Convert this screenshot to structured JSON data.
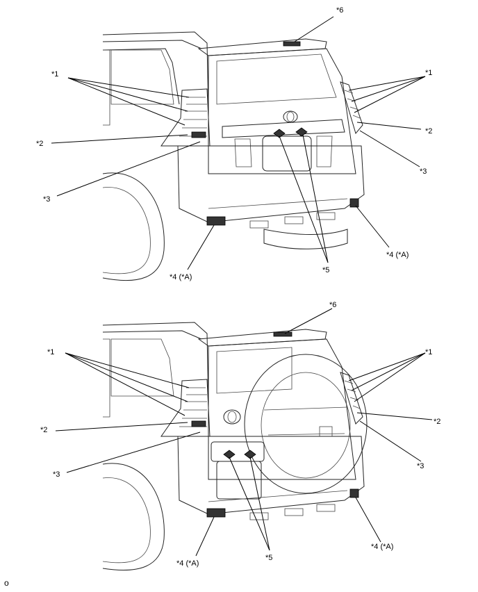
{
  "figure_code": "o",
  "top_view": {
    "labels": {
      "l6": "*6",
      "l1_left": "*1",
      "l1_right": "*1",
      "l2_left": "*2",
      "l2_right": "*2",
      "l3_left": "*3",
      "l3_right": "*3",
      "l4_left": "*4 (*A)",
      "l4_right": "*4 (*A)",
      "l5": "*5"
    }
  },
  "bottom_view": {
    "labels": {
      "l6": "*6",
      "l1_left": "*1",
      "l1_right": "*1",
      "l2_left": "*2",
      "l2_right": "*2",
      "l3_left": "*3",
      "l3_right": "*3",
      "l4_left": "*4 (*A)",
      "l4_right": "*4 (*A)",
      "l5": "*5"
    }
  }
}
